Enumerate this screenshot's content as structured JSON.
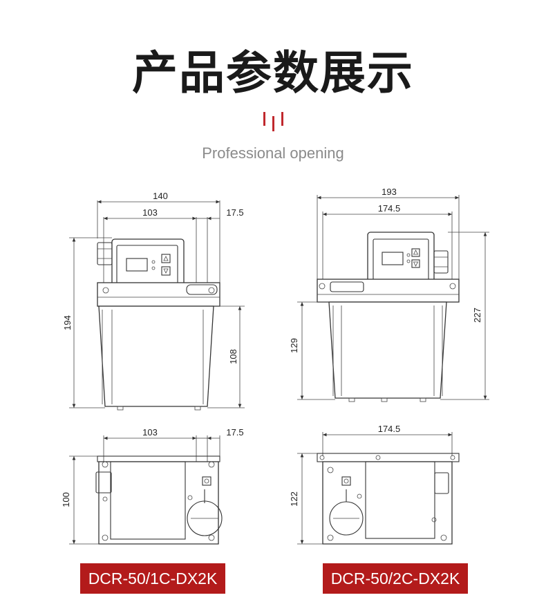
{
  "header": {
    "title": "产品参数展示",
    "subtitle": "Professional opening"
  },
  "colors": {
    "accent": "#b31b1b",
    "title": "#1a1a1a",
    "subtitle": "#8a8a8a"
  },
  "left_model": {
    "top_view": {
      "width_total": "140",
      "width_inner": "103",
      "offset": "17.5",
      "height_total": "194",
      "height_tank": "108"
    },
    "bottom_view": {
      "width_inner": "103",
      "offset": "17.5",
      "height": "100"
    },
    "label": "DCR-50/1C-DX2K"
  },
  "right_model": {
    "top_view": {
      "width_total": "193",
      "width_inner": "174.5",
      "height_tank": "129",
      "height_total": "227"
    },
    "bottom_view": {
      "width_inner": "174.5",
      "height": "122"
    },
    "label": "DCR-50/2C-DX2K"
  }
}
